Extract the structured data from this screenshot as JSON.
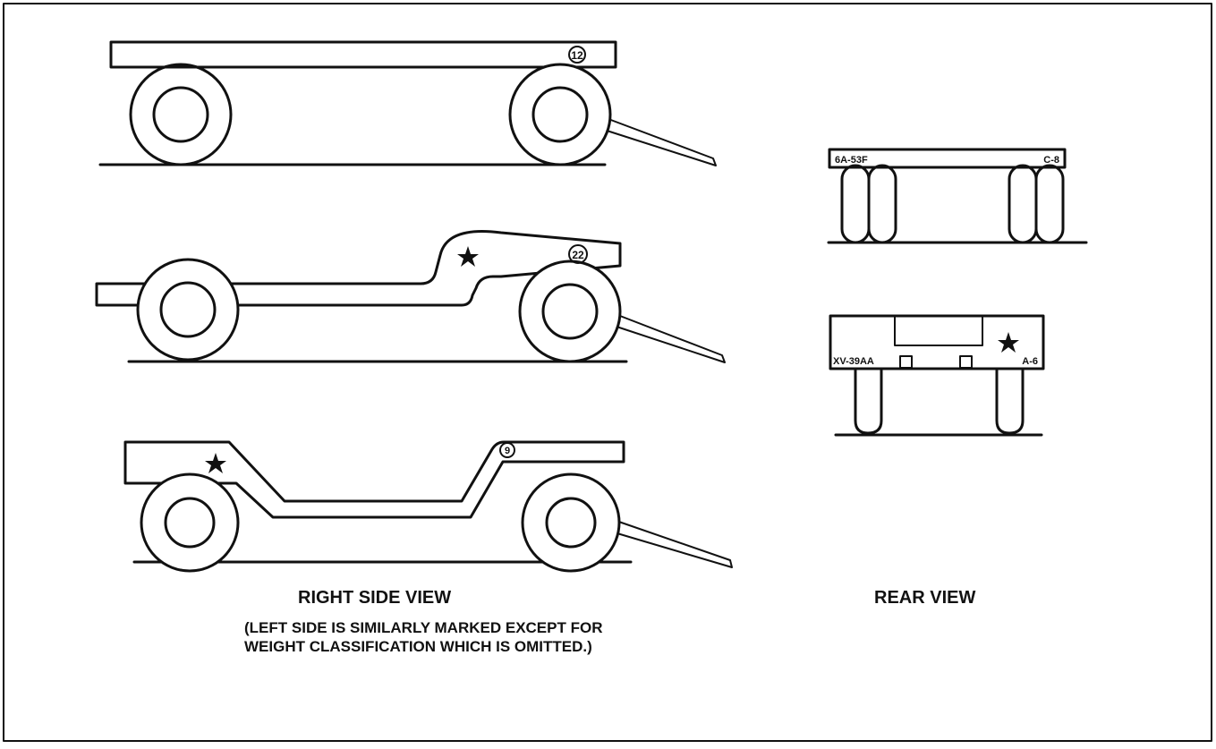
{
  "views": {
    "right_side": {
      "title": "RIGHT SIDE VIEW",
      "note_line1": "(LEFT SIDE IS SIMILARLY MARKED EXCEPT FOR",
      "note_line2": "WEIGHT CLASSIFICATION WHICH IS OMITTED.)"
    },
    "rear": {
      "title": "REAR VIEW"
    }
  },
  "markings": {
    "trailer_1_weight": "12",
    "trailer_2_weight": "22",
    "trailer_3_weight": "9",
    "rear_1_left": "6A-53F",
    "rear_1_right": "C-8",
    "rear_2_left": "XV-39AA",
    "rear_2_right": "A-6"
  },
  "colors": {
    "ink": "#111111",
    "paper": "#ffffff"
  }
}
